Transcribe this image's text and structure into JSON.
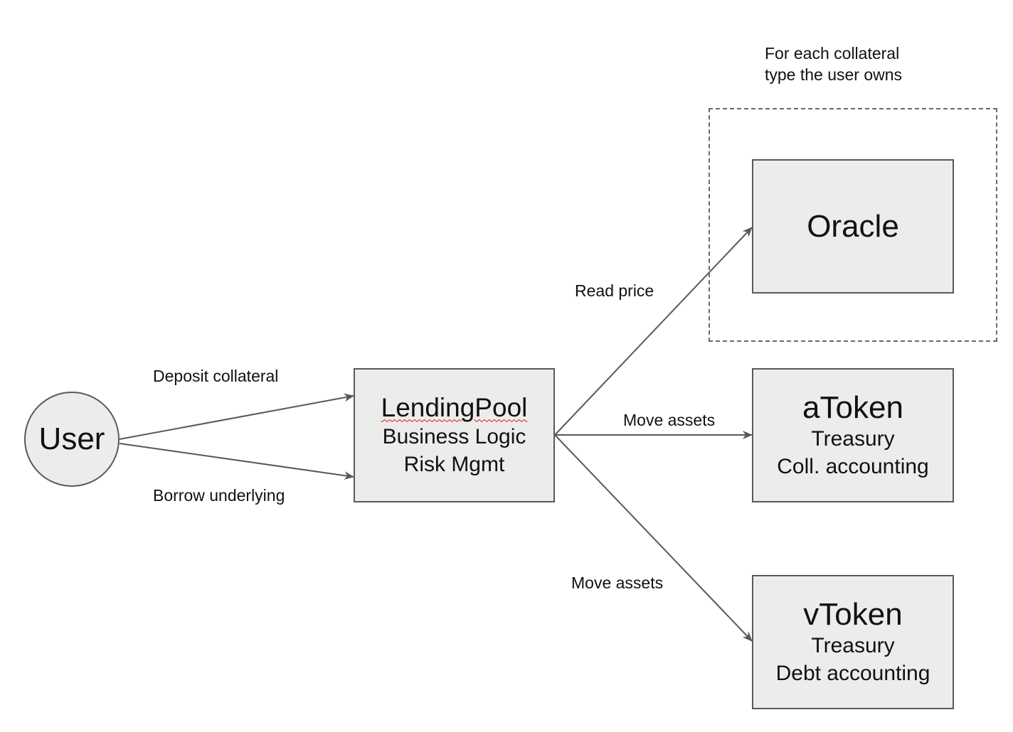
{
  "note": {
    "line1": "For each collateral",
    "line2": "type the user owns"
  },
  "nodes": {
    "user": {
      "label": "User"
    },
    "lending_pool": {
      "title": "LendingPool",
      "line1": "Business Logic",
      "line2": "Risk Mgmt"
    },
    "oracle": {
      "title": "Oracle"
    },
    "atoken": {
      "title": "aToken",
      "line1": "Treasury",
      "line2": "Coll. accounting"
    },
    "vtoken": {
      "title": "vToken",
      "line1": "Treasury",
      "line2": "Debt accounting"
    }
  },
  "edges": {
    "deposit": "Deposit collateral",
    "borrow": "Borrow underlying",
    "read_price": "Read price",
    "move_assets_atoken": "Move assets",
    "move_assets_vtoken": "Move assets"
  },
  "colors": {
    "node_fill": "#ecedea",
    "stroke": "#595959",
    "spellcheck_underline": "#dd1111"
  }
}
